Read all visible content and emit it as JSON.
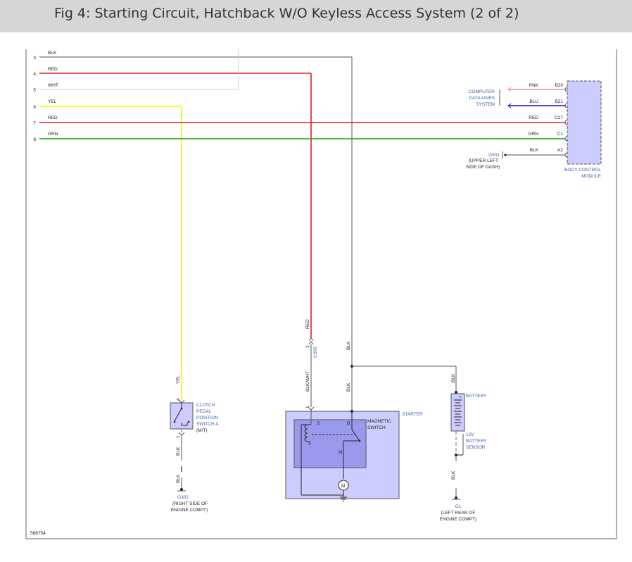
{
  "header": {
    "title": "Fig 4: Starting Circuit, Hatchback W/O Keyless Access System (2 of 2)"
  },
  "colors": {
    "wire_blk": "#555555",
    "wire_red": "#e32020",
    "wire_wht": "#cfcfcf",
    "wire_yel": "#ffee00",
    "wire_grn": "#10a010",
    "wire_pnk": "#f08ca0",
    "wire_blu": "#1010d0",
    "component_fill": "#ccccff",
    "component_fill_dark": "#9999ee",
    "label_blue": "#3a5db0",
    "header_bg": "#d6d6d6"
  },
  "left_wires": [
    {
      "num": "3",
      "color": "BLK"
    },
    {
      "num": "4",
      "color": "RED"
    },
    {
      "num": "5",
      "color": "WHT"
    },
    {
      "num": "6",
      "color": "YEL"
    },
    {
      "num": "7",
      "color": "RED"
    },
    {
      "num": "8",
      "color": "GRN"
    }
  ],
  "bcm": {
    "label_line1": "BODY CONTROL",
    "label_line2": "MODULE",
    "pins": [
      {
        "wire": "PNK",
        "pin": "B20"
      },
      {
        "wire": "BLU",
        "pin": "B21"
      },
      {
        "wire": "RED",
        "pin": "C27"
      },
      {
        "wire": "GRN",
        "pin": "C1"
      },
      {
        "wire": "BLK",
        "pin": "A2"
      }
    ]
  },
  "computer_data_lines": {
    "line1": "COMPUTER",
    "line2": "DATA LINES",
    "line3": "SYSTEM"
  },
  "ground_g501": {
    "name": "G501",
    "line1": "(UPPER LEFT",
    "line2": "SIDE OF DASH)"
  },
  "connector_c205": {
    "name": "C205",
    "pin": "1",
    "wire_in": "RED"
  },
  "clutch_switch": {
    "line1": "CLUTCH",
    "line2": "PEDAL",
    "line3": "POSITION",
    "line4": "SWITCH A",
    "line5": "(M/T)",
    "pin_top": "4",
    "pin_bottom": "1",
    "wire_top": "YEL",
    "wire_bottom": "BLK",
    "wire_ground": "BLK"
  },
  "ground_g302": {
    "name": "G302",
    "line1": "(RIGHT SIDE OF",
    "line2": "ENGINE COMPT)"
  },
  "starter": {
    "label": "STARTER",
    "magnetic_line1": "MAGNETIC",
    "magnetic_line2": "SWITCH",
    "terminal_s": "S",
    "terminal_b": "B",
    "terminal_m": "M",
    "motor_symbol": "M",
    "pin_s": "1",
    "wire_s": "BLK/WHT",
    "wire_b": "BLK",
    "wire_b_upper": "BLK"
  },
  "battery": {
    "label": "BATTERY",
    "sensor_line1": "12V",
    "sensor_line2": "BATTERY",
    "sensor_line3": "SENSOR",
    "wire_top": "BLK",
    "wire_bottom": "BLK",
    "plus": "+"
  },
  "ground_g1": {
    "name": "G1",
    "line1": "(LEFT REAR OF",
    "line2": "ENGINE COMPT)"
  },
  "figure_id": "566754"
}
